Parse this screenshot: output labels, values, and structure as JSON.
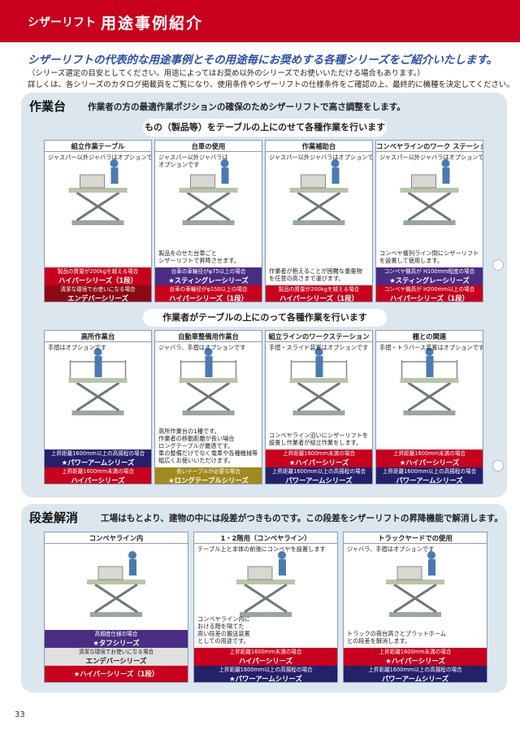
{
  "header": {
    "section": "シザーリフト",
    "title": "用途事例紹介"
  },
  "lead": "シザーリフトの代表的な用途事例とその用途毎にお奨めする各種シリーズをご紹介いたします。",
  "sub1": "（シリーズ選定の目安としてください。用途によってはお奨め以外のシリーズでお使いいただける場合もあります。）",
  "sub2": "詳しくは、各シリーズのカタログ掲載頁をご覧になり、使用条件やシザーリフトの仕様条件をご確認の上、最終的に機種を決定してください。",
  "work": {
    "title": "作業台",
    "desc": "作業者の方の最適作業ポジションの確保のためシザーリフトで高さ調整をします。",
    "banner1": "もの（製品等）をテーブルの上にのせて各種作業を行います",
    "banner2": "作業者がテーブルの上にのって各種作業を行います",
    "cards_top": [
      {
        "title": "組立作業テーブル",
        "note": "ジャスパー以外ジャバラはオプションです",
        "caption": "",
        "strips": [
          {
            "s": "製品の質量が200kgを越える場合",
            "b": "ハイパーシリーズ（1段）",
            "c": "red"
          },
          {
            "s": "清潔な環境でお使いになる場合",
            "b": "エンデバーシリーズ",
            "c": "dred"
          }
        ]
      },
      {
        "title": "台車の使用",
        "note": "ジャスパー以外ジャバラは\nオプションです",
        "caption": "製品をのせた台車ごと\nシザーリフトで昇降させます。",
        "strips": [
          {
            "s": "台車の車輪径がφ75以上の場合",
            "b": "★スティングレーシリーズ",
            "c": "purple"
          },
          {
            "s": "台車の車輪径がφ150以上の場合",
            "b": "ハイパーシリーズ（1段）",
            "c": "red"
          }
        ]
      },
      {
        "title": "作業補助台",
        "note": "ジャスパー以外ジャバラはオプションです",
        "caption": "作業者が抱えることが困難な重量物\nを任意の高さまで運びます。",
        "strips": [
          {
            "s": "製品の質量が200kgを越える場合",
            "b": "ハイパーシリーズ（1段）",
            "c": "red"
          }
        ]
      },
      {
        "title": "コンベヤラインのワーク ステーション",
        "note": "ジャスパー以外ジャバラはオプションです",
        "caption": "コンベヤ複列ライン間にシザーリフト\nを設置して使用します。",
        "strips": [
          {
            "s": "コンベヤ機高が H100mm程度の場合",
            "b": "★スティングレーシリーズ",
            "c": "purple"
          },
          {
            "s": "コンベヤ機高が H200mm以上の場合",
            "b": "ハイパーシリーズ（1段）",
            "c": "red"
          }
        ]
      }
    ],
    "cards_bottom": [
      {
        "title": "高所作業台",
        "note": "手摺はオプションです",
        "caption": "",
        "strips": [
          {
            "s": "上昇距離1600mm以上の高揚程の場合",
            "b": "★パワーアームシリーズ",
            "c": "navy"
          },
          {
            "s": "上昇距離1600mm未満の場合",
            "b": "ハイパーシリーズ",
            "c": "red"
          }
        ]
      },
      {
        "title": "自動車整備用作業台",
        "note": "ジャバラ、手摺はオプションです",
        "caption": "高所作業台の1種です。\n作業者の移動距離が長い場合\nロングテーブルが最適です。\n車の整備だけでなく電車や各種機械等\n幅広くお使いいただけます。",
        "strips": [
          {
            "s": "長いテーブルが必要な場合",
            "b": "★ロングテーブルシリーズ",
            "c": "olive"
          }
        ]
      },
      {
        "title": "組立ラインのワークステーション",
        "note": "手摺・スライド装置はオプションです",
        "caption": "コンベヤライン沿いにシザーリフトを\n設置し作業者が組立作業をします。",
        "strips": [
          {
            "s": "上昇距離1600mm未満の場合",
            "b": "★ハイパーシリーズ",
            "c": "red"
          },
          {
            "s": "上昇距離1600mm以上の高揚程の場合",
            "b": "パワーアームシリーズ",
            "c": "navy"
          }
        ]
      },
      {
        "title": "棚との関連",
        "note": "手摺・トラバース装置はオプションです",
        "caption": "",
        "strips": [
          {
            "s": "上昇距離1600mm未満の場合",
            "b": "★ハイパーシリーズ",
            "c": "red"
          },
          {
            "s": "上昇距離1600mm以上の高揚程の場合",
            "b": "パワーアームシリーズ",
            "c": "navy"
          }
        ]
      }
    ]
  },
  "step": {
    "title": "段差解消",
    "desc": "工場はもとより、建物の中には段差がつきものです。この段差をシザーリフトの昇降機能で解消します。",
    "cards": [
      {
        "title": "コンベヤライン内",
        "note": "",
        "caption": "",
        "strips": [
          {
            "s": "高頻度仕様の場合",
            "b": "★タフシリーズ",
            "c": "purple"
          },
          {
            "s": "清潔な環境でお使いになる場合",
            "b": "エンデバーシリーズ",
            "c": "grey"
          },
          {
            "s": "",
            "b": "★ハイパーシリーズ（1段）",
            "c": "red"
          }
        ]
      },
      {
        "title": "1・2階用（コンベヤライン）",
        "note": "テーブル上と本体の前後にコンベヤを設置します",
        "caption": "コンベヤライン内に\nおける階を隔てた\n高い段差の搬送装置\nとしての用途です。",
        "strips": [
          {
            "s": "上昇距離1600mm未満の場合",
            "b": "ハイパーシリーズ",
            "c": "red"
          },
          {
            "s": "上昇距離1600mm以上の高揚程の場合",
            "b": "★パワーアームシリーズ",
            "c": "navy"
          }
        ]
      },
      {
        "title": "トラックヤードでの使用",
        "note": "ジャバラ、手摺はオプションです",
        "caption": "トラックの荷台高さとプラットホーム\nとの段差を解消します。",
        "strips": [
          {
            "s": "上昇距離1600mm未満の場合",
            "b": "★ハイパーシリーズ",
            "c": "red"
          },
          {
            "s": "上昇距離1600mm以上の高揚程の場合",
            "b": "パワーアームシリーズ",
            "c": "navy"
          }
        ]
      }
    ]
  },
  "page_number": "33"
}
